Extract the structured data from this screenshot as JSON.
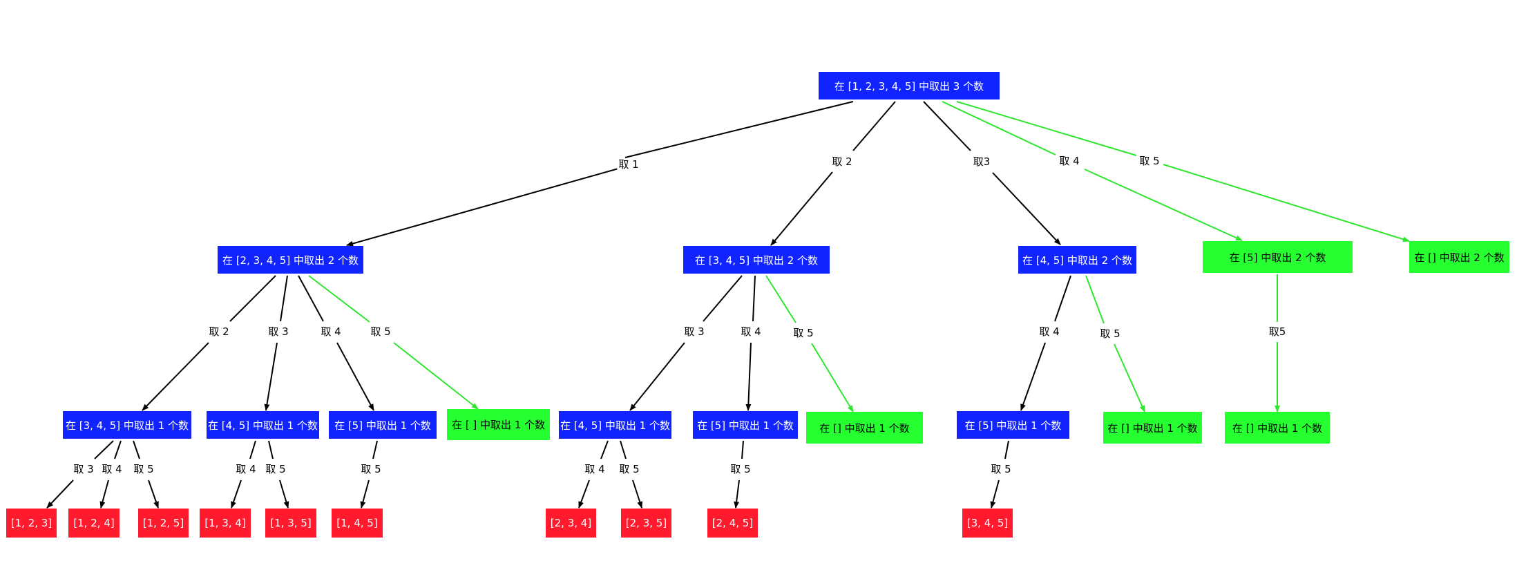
{
  "colors": {
    "blue": "#1124ff",
    "green": "#26ff30",
    "red": "#ff1a2d",
    "black_edge": "#000000",
    "green_edge": "#2ee62e"
  },
  "nodes": {
    "root": "在 [1, 2, 3, 4, 5] 中取出 3 个数",
    "n2345": "在 [2, 3, 4, 5] 中取出 2 个数",
    "n345": "在 [3, 4, 5] 中取出 2 个数",
    "n45": "在 [4, 5] 中取出 2 个数",
    "n5a": "在 [5] 中取出 2 个数",
    "nEa": "在 [] 中取出 2 个数",
    "c345": "在 [3, 4, 5] 中取出 1 个数",
    "c45a": "在 [4, 5] 中取出 1 个数",
    "c5a": "在 [5] 中取出 1 个数",
    "cEa": "在 [ ] 中取出 1 个数",
    "c45b": "在 [4, 5] 中取出 1 个数",
    "c5b": "在 [5] 中取出 1 个数",
    "cEb": "在 [] 中取出 1 个数",
    "c5c": "在 [5] 中取出 1 个数",
    "cEc": "在 [] 中取出 1 个数",
    "cEd": "在 [] 中取出 1 个数",
    "l123": "[1, 2, 3]",
    "l124": "[1, 2, 4]",
    "l125": "[1, 2, 5]",
    "l134": "[1, 3, 4]",
    "l135": "[1, 3, 5]",
    "l145": "[1, 4, 5]",
    "l234": "[2, 3, 4]",
    "l235": "[2, 3, 5]",
    "l245": "[2, 4, 5]",
    "l345": "[3, 4, 5]"
  },
  "edges": {
    "e1": "取 1",
    "e2": "取 2",
    "e3": "取3",
    "e4": "取 4",
    "e5": "取 5",
    "e1_2": "取 2",
    "e1_3": "取 3",
    "e1_4": "取 4",
    "e1_5": "取 5",
    "e2_3": "取 3",
    "e2_4": "取 4",
    "e2_5": "取 5",
    "e3_4": "取 4",
    "e3_5": "取 5",
    "e4_5": "取5",
    "f1": "取 3",
    "f2": "取 4",
    "f3": "取 5",
    "f4": "取 4",
    "f5": "取 5",
    "f6": "取 5",
    "f7": "取 4",
    "f8": "取 5",
    "f9": "取 5",
    "f10": "取 5"
  }
}
